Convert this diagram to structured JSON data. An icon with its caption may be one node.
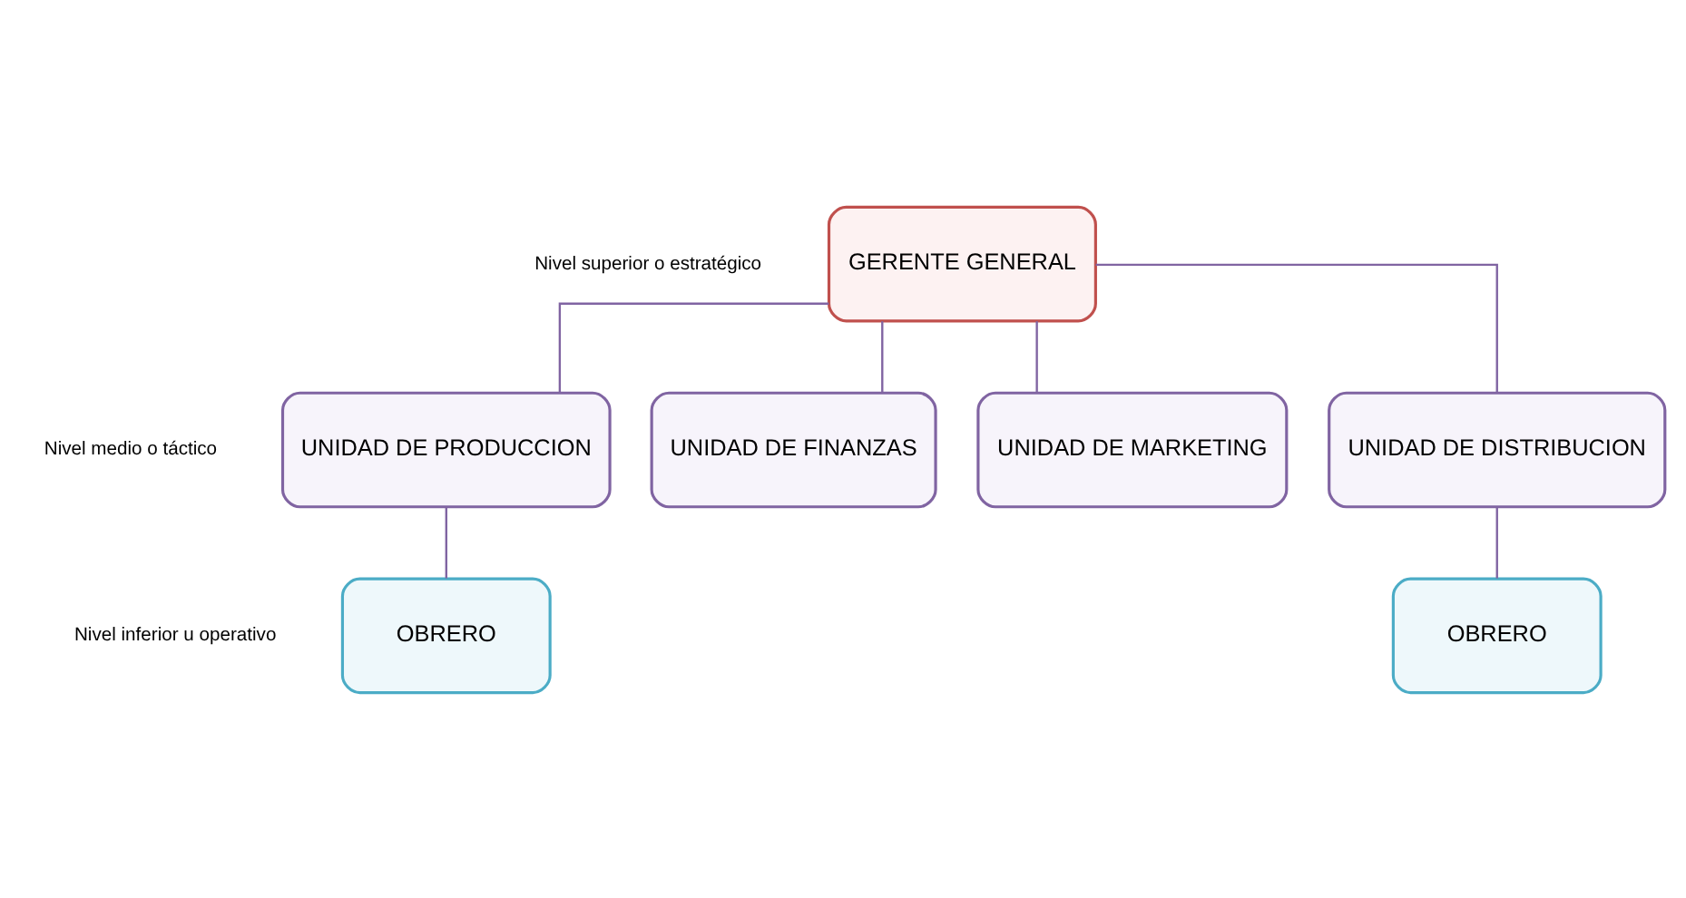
{
  "diagram": {
    "nodes": [
      {
        "text": [
          "GERENTE GENERAL"
        ]
      },
      {
        "text": [
          "UNIDAD DE PRODUCCION"
        ]
      },
      {
        "text": [
          "UNIDAD DE FINANZAS"
        ]
      },
      {
        "text": [
          "UNIDAD DE MARKETING"
        ]
      },
      {
        "text": [
          "UNIDAD DE DISTRIBUCION"
        ]
      },
      {
        "text": [
          "OBRERO"
        ]
      },
      {
        "text": [
          "OBRERO"
        ]
      }
    ],
    "edges": [
      {
        "from": 0,
        "to": 1,
        "arrow": "none"
      },
      {
        "from": 0,
        "to": 2,
        "arrow": "none"
      },
      {
        "from": 0,
        "to": 3,
        "arrow": "none"
      },
      {
        "from": 0,
        "to": 4,
        "arrow": "none"
      },
      {
        "from": 1,
        "to": 5,
        "arrow": "none"
      },
      {
        "from": 4,
        "to": 6,
        "arrow": "none"
      }
    ],
    "labels": [
      "Nivel superior o estratégico",
      "Nivel medio o táctico",
      "Nivel inferior u operativo"
    ]
  }
}
